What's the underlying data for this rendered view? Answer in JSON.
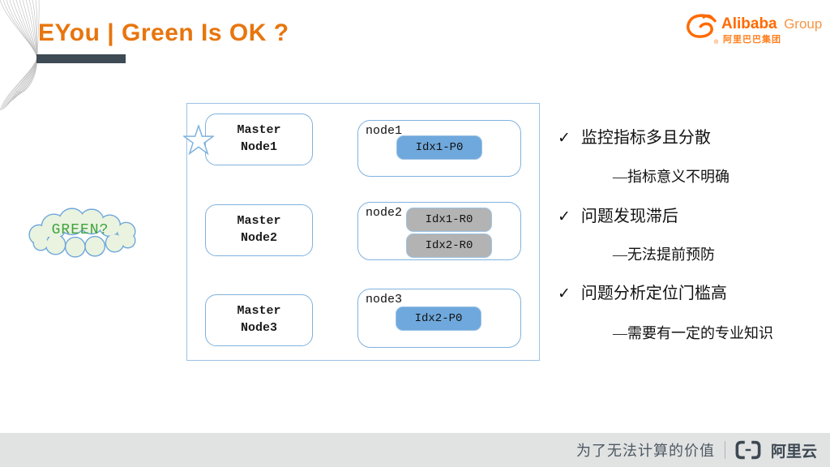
{
  "title": "EYou | Green Is OK ?",
  "header_logo": {
    "brand": "Alibaba",
    "suffix": "Group",
    "registered": "®",
    "chinese": "阿里巴巴集团"
  },
  "cloud": {
    "label": "GREEN?"
  },
  "diagram": {
    "masters": [
      {
        "line1": "Master",
        "line2": "Node1"
      },
      {
        "line1": "Master",
        "line2": "Node2"
      },
      {
        "line1": "Master",
        "line2": "Node3"
      }
    ],
    "nodes": [
      {
        "name": "node1",
        "shards": [
          {
            "label": "Idx1-P0",
            "type": "primary"
          }
        ]
      },
      {
        "name": "node2",
        "shards": [
          {
            "label": "Idx1-R0",
            "type": "replica"
          },
          {
            "label": "Idx2-R0",
            "type": "replica"
          }
        ]
      },
      {
        "name": "node3",
        "shards": [
          {
            "label": "Idx2-P0",
            "type": "primary"
          }
        ]
      }
    ]
  },
  "bullets": [
    {
      "check": "✓",
      "text": "监控指标多且分散",
      "sub": "—指标意义不明确"
    },
    {
      "check": "✓",
      "text": "问题发现滞后",
      "sub": "—无法提前预防"
    },
    {
      "check": "✓",
      "text": "问题分析定位门槛高",
      "sub": "—需要有一定的专业知识"
    }
  ],
  "footer": {
    "slogan": "为了无法计算的价值",
    "brand": "阿里云"
  },
  "colors": {
    "title_orange": "#E8750E",
    "logo_orange": "#FF6A00",
    "primary_shard_blue": "#6FA8DC",
    "replica_shard_gray": "#B3B3B3",
    "box_border_blue": "#7FB2DE",
    "outer_box_border": "#9CC2E5",
    "cloud_fill_green": "#EAF3DF",
    "green_text": "#3FA33F",
    "footer_bg": "#E1E3E3",
    "footer_text": "#4E5862",
    "title_bar_dark": "#3E4A54"
  }
}
